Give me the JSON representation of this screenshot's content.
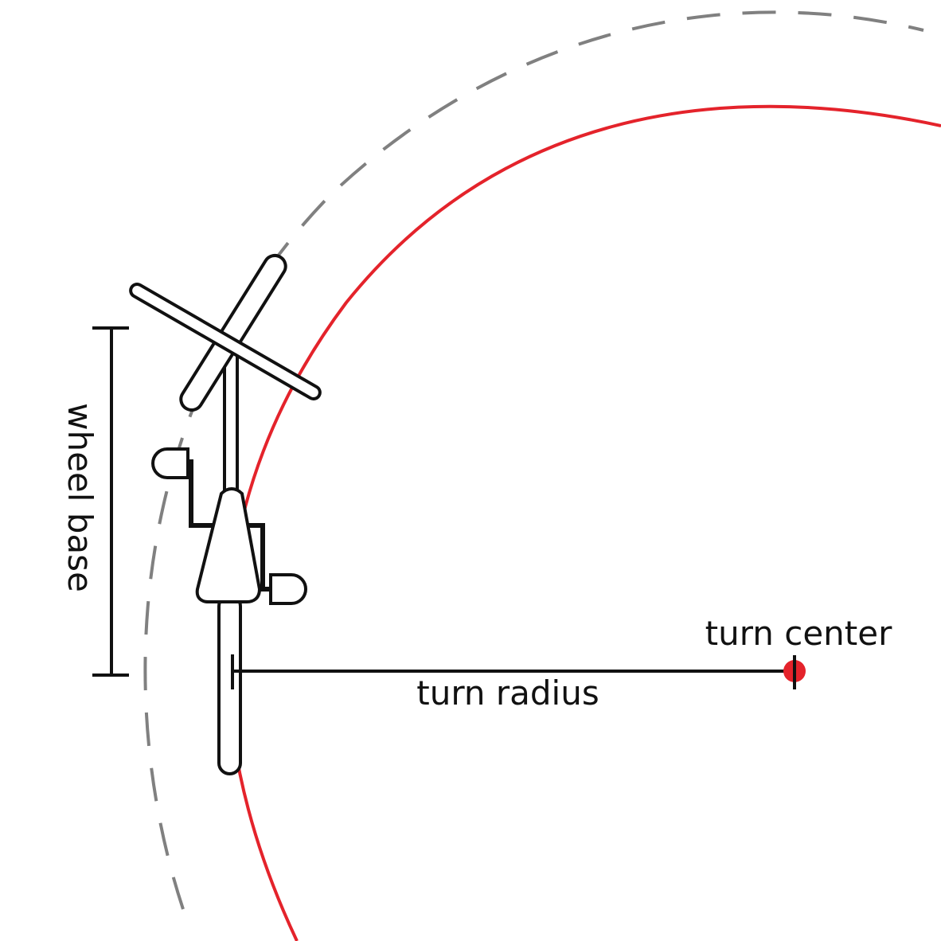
{
  "labels": {
    "wheel_base": "wheel base",
    "turn_radius": "turn radius",
    "turn_center": "turn center"
  },
  "colors": {
    "turn_path": "#e4232b",
    "outer_path": "#808080",
    "ink": "#111111",
    "center_dot": "#e4232b"
  }
}
